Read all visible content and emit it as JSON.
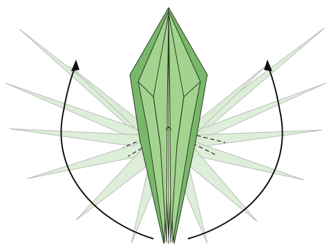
{
  "diagram": {
    "type": "origami-fold-step",
    "subject": "inside-reverse-fold-both-points-up",
    "colors": {
      "background": "#ffffff",
      "ghost_fill": "#d8ecd2",
      "ghost_stroke": "#b8bcb8",
      "paper_dark": "#79b86a",
      "paper_light": "#a3d48f",
      "paper_stroke": "#2b3a26",
      "inner_cream": "#fbf6cf",
      "arrow": "#111111",
      "fold_line": "#222222"
    },
    "arrows": {
      "left": "curved-fold-arrow-left",
      "right": "curved-fold-arrow-right"
    },
    "fold_lines": "dashed-reverse-fold-lines"
  }
}
